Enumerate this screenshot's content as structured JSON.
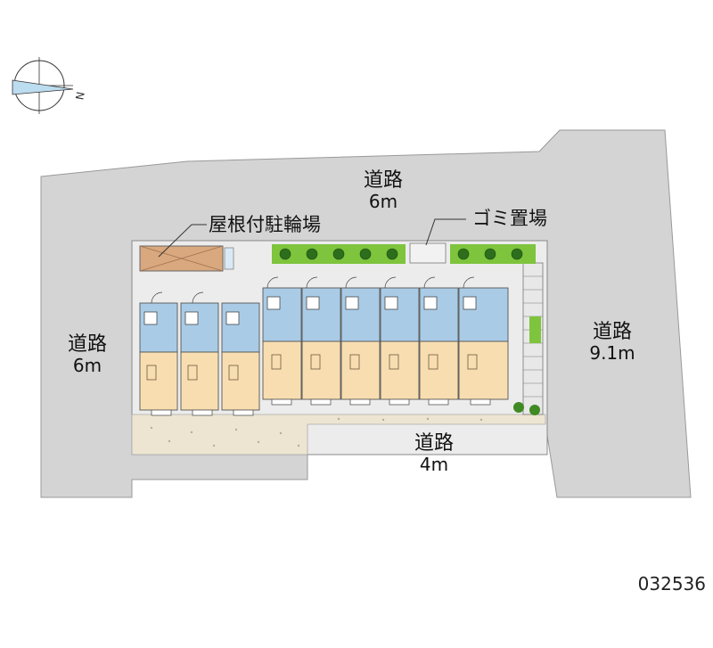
{
  "roads": {
    "north": {
      "name": "道路",
      "width": "6m"
    },
    "west": {
      "name": "道路",
      "width": "6m"
    },
    "east": {
      "name": "道路",
      "width": "9.1m"
    },
    "south": {
      "name": "道路",
      "width": "4m"
    }
  },
  "callouts": {
    "bike_parking": "屋根付駐輪場",
    "garbage": "ゴミ置場"
  },
  "property_code": "032536",
  "colors": {
    "road": "#d4d4d4",
    "site": "#ededed",
    "unit_room": "#f8ddb0",
    "unit_entry": "#a9cbe6",
    "bike_roof": "#d9a87e",
    "greenery": "#7ec43c",
    "paving": "#ece4d0"
  }
}
